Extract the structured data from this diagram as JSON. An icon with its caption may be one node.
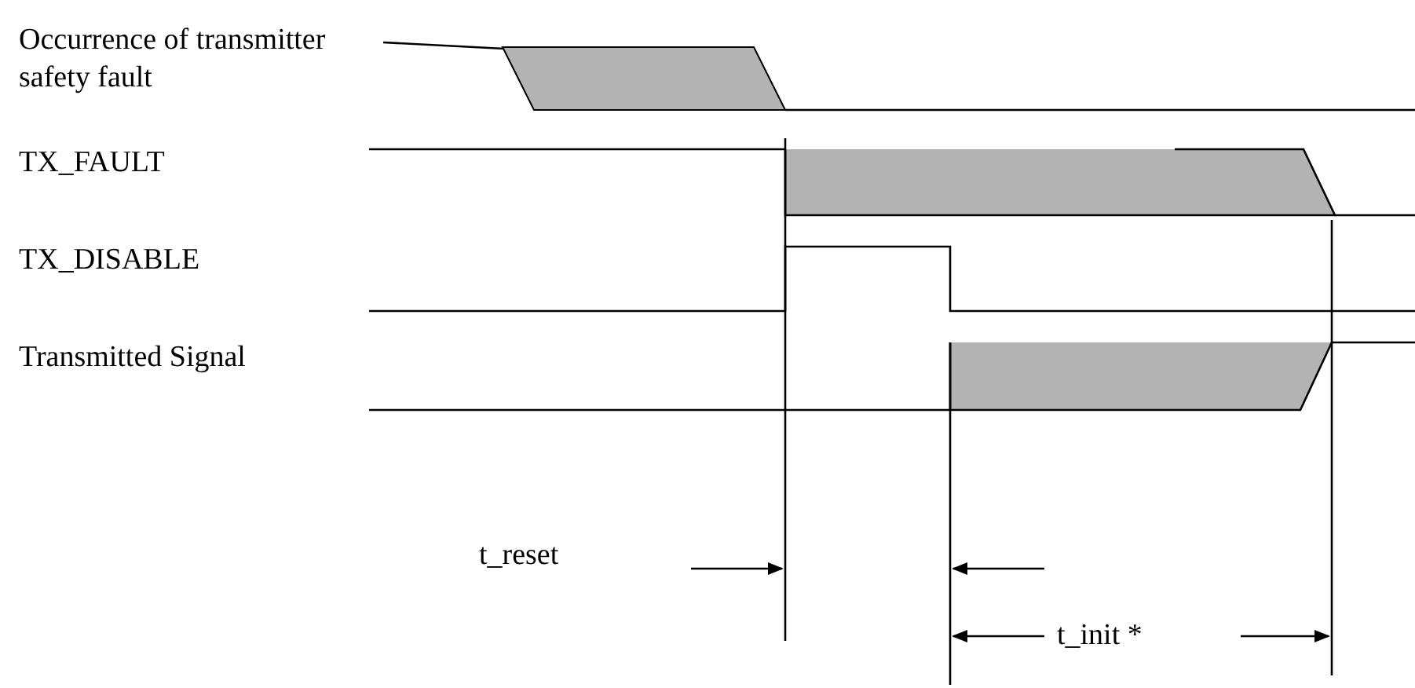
{
  "diagram": {
    "nodes": [
      {
        "text": [
          "Occurrence of transmitter safety fault"
        ]
      },
      {
        "text": [],
        "shape": "bar"
      }
    ],
    "edges": [
      {
        "from": 0,
        "to": 1,
        "arrow": "none"
      }
    ],
    "labels": [
      "TX_FAULT",
      "TX_DISABLE",
      "Transmitted Signal",
      "t_reset",
      "t_init *"
    ]
  }
}
